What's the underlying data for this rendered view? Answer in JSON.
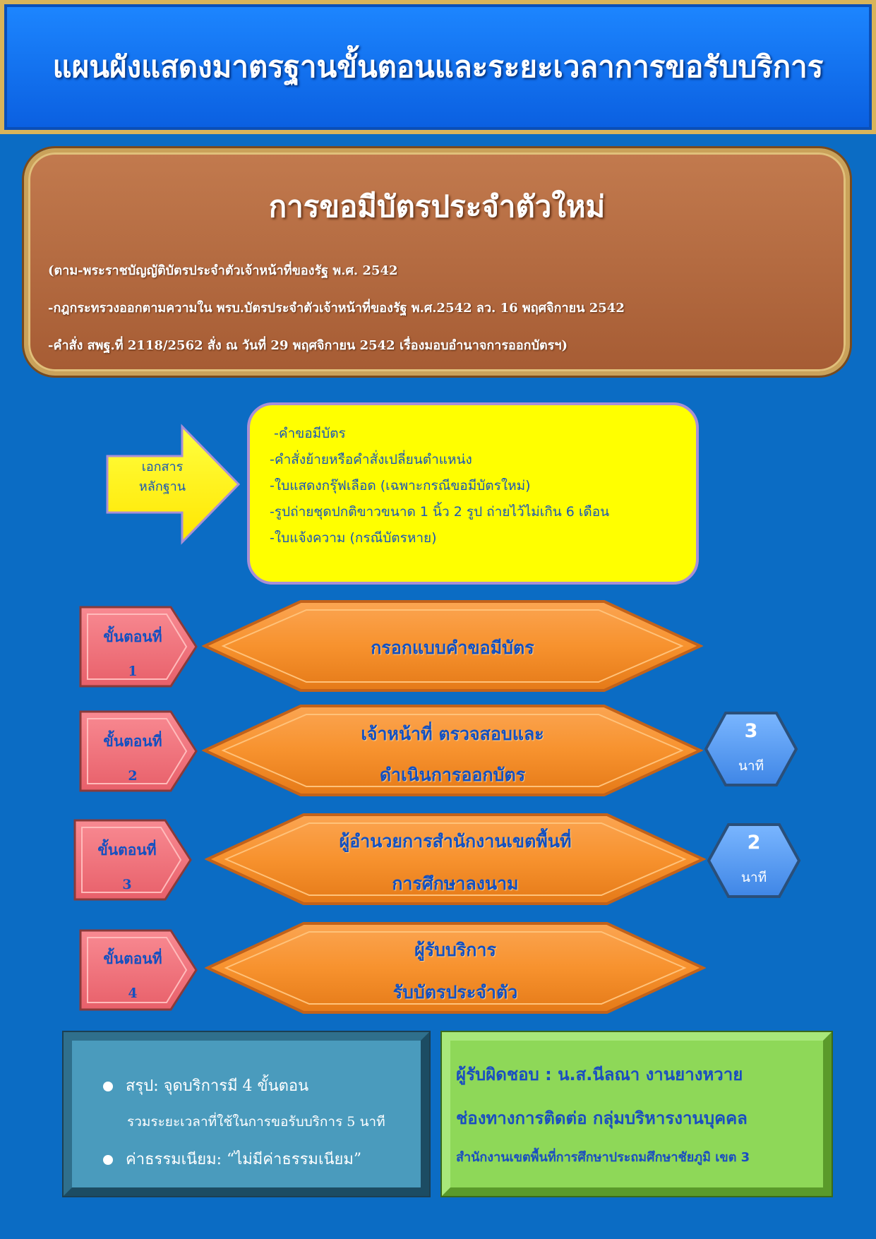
{
  "header": {
    "title": "แผนผังแสดงมาตรฐานขั้นตอนและระยะเวลาการขอรับบริการ"
  },
  "service": {
    "title": "การขอมีบัตรประจำตัวใหม่",
    "legal_basis": [
      "(ตาม-พระราชบัญญัติบัตรประจำตัวเจ้าหน้าที่ของรัฐ พ.ศ. 2542",
      "-กฎกระทรวงออกตามความใน พรบ.บัตรประจำตัวเจ้าหน้าที่ของรัฐ พ.ศ.2542 ลว. 16 พฤศจิกายน 2542",
      "-คำสั่ง สพฐ.ที่ 2118/2562 สั่ง ณ วันที่ 29 พฤศจิกายน 2542 เรื่องมอบอำนาจการออกบัตรฯ)"
    ]
  },
  "documents": {
    "label_line1": "เอกสาร",
    "label_line2": "หลักฐาน",
    "items": [
      "-คำขอมีบัตร",
      "-คำสั่งย้ายหรือคำสั่งเปลี่ยนตำแหน่ง",
      "-ใบแสดงกรุ๊ฟเลือด (เฉพาะกรณีขอมีบัตรใหม่)",
      "-รูปถ่ายชุดปกติขาวขนาด 1 นิ้ว 2 รูป ถ่ายไว้ไม่เกิน 6 เดือน",
      "-ใบแจ้งความ (กรณีบัตรหาย)"
    ]
  },
  "step_label": "ขั้นตอนที่",
  "steps": [
    {
      "number": "1",
      "line1": "กรอกแบบคำขอมีบัตร",
      "line2": ""
    },
    {
      "number": "2",
      "line1": "เจ้าหน้าที่ ตรวจสอบและ",
      "line2": "ดำเนินการออกบัตร",
      "time": "3",
      "time_unit": "นาที"
    },
    {
      "number": "3",
      "line1": "ผู้อำนวยการสำนักงานเขตพื้นที่",
      "line2": "การศึกษาลงนาม",
      "time": "2",
      "time_unit": "นาที"
    },
    {
      "number": "4",
      "line1": "ผู้รับบริการ",
      "line2": "รับบัตรประจำตัว"
    }
  ],
  "summary": {
    "line1": "สรุป: จุดบริการมี 4 ขั้นตอน",
    "line2": "รวมระยะเวลาที่ใช้ในการขอรับบริการ 5 นาที",
    "line3": "ค่าธรรมเนียม: “ไม่มีค่าธรรมเนียม”"
  },
  "contact": {
    "responsible": "ผู้รับผิดชอบ : น.ส.นีลณา งานยางหวาย",
    "channel": "ช่องทางการติดต่อ กลุ่มบริหารงานบุคคล",
    "office": "สำนักงานเขตพื้นที่การศึกษาประถมศึกษาชัยภูมิ เขต 3"
  },
  "colors": {
    "background": "#0b6cc4",
    "title_banner": "#1d86ff",
    "service_box": "#b86c42",
    "documents_box": "#ffff00",
    "step_tab": "#f2707a",
    "step_hex": "#f7922e",
    "time_hex": "#5aa0f0",
    "summary_box": "#4a9bbd",
    "contact_box": "#8ed858",
    "text_blue": "#1450c0"
  },
  "icons": {
    "documents_arrow": "right-arrow-icon",
    "summary_bullet": "bullet-icon"
  }
}
